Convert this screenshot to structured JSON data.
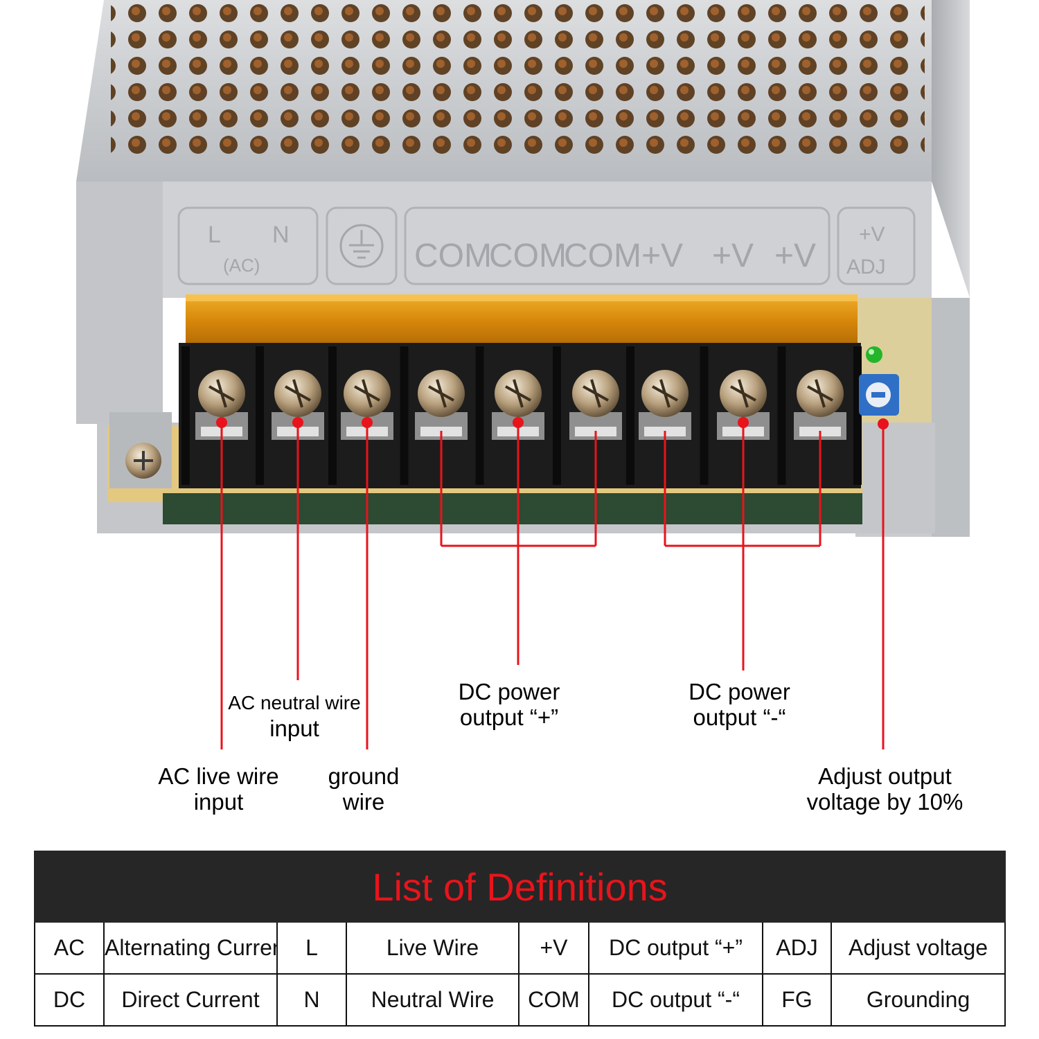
{
  "colors": {
    "leader": "#e8131b",
    "casing": "#c9cbce",
    "terminal_block": "#1c1c1c",
    "cover": "#e39a0f",
    "table_header_bg": "#262626",
    "table_title": "#e8141b",
    "pcb": "#e3c880",
    "pot": "#2f6fc6",
    "led": "#25b52a"
  },
  "panel_labels": {
    "l": "L",
    "n": "N",
    "ac": "(AC)",
    "ground_icon": "ground-symbol",
    "com1": "COM",
    "com2": "COM",
    "com3": "COM",
    "pv1": "+V",
    "pv2": "+V",
    "pv3": "+V",
    "adj_top": "+V",
    "adj_bottom": "ADJ"
  },
  "callouts": {
    "ac_live": [
      "AC live wire",
      "input"
    ],
    "ac_neutral": [
      "AC neutral wire",
      "input"
    ],
    "ground": [
      "ground",
      "wire"
    ],
    "dc_plus": [
      "DC power",
      "output “+”"
    ],
    "dc_minus": [
      "DC power",
      "output “-“"
    ],
    "adjust": [
      "Adjust output",
      "voltage by 10%"
    ]
  },
  "definitions": {
    "title": "List of Definitions",
    "rows": [
      [
        {
          "abbr": "AC",
          "meaning": "Alternating Current"
        },
        {
          "abbr": "L",
          "meaning": "Live Wire"
        },
        {
          "abbr": "+V",
          "meaning": "DC output “+”"
        },
        {
          "abbr": "ADJ",
          "meaning": "Adjust voltage"
        }
      ],
      [
        {
          "abbr": "DC",
          "meaning": "Direct Current"
        },
        {
          "abbr": "N",
          "meaning": "Neutral Wire"
        },
        {
          "abbr": "COM",
          "meaning": "DC output “-“"
        },
        {
          "abbr": "FG",
          "meaning": "Grounding"
        }
      ]
    ]
  }
}
